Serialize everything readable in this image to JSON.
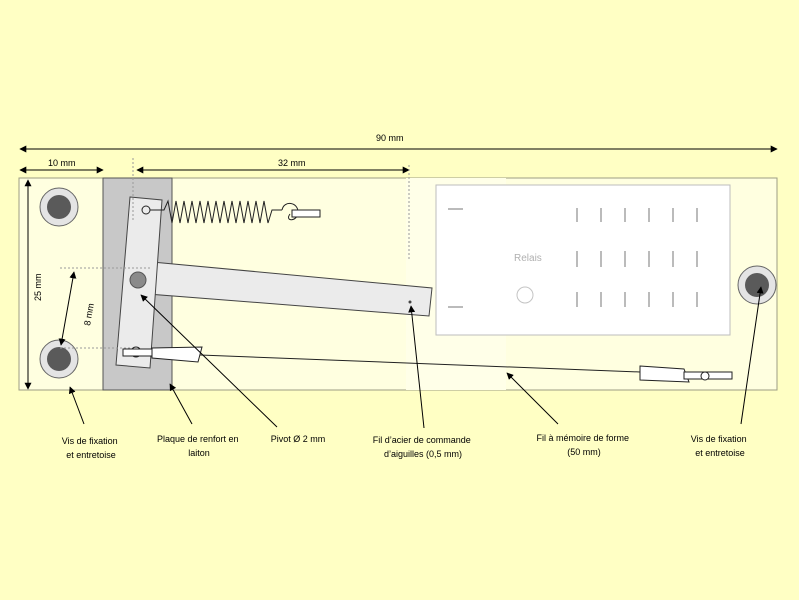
{
  "dimensions": {
    "total": "90 mm",
    "left_margin": "10 mm",
    "arm_span": "32 mm",
    "height": "25 mm",
    "screw_gap": "8 mm"
  },
  "relay_label": "Relais",
  "callouts": {
    "left_screw": [
      "Vis de fixation",
      "et entretoise"
    ],
    "brass_plate": [
      "Plaque de renfort en",
      "laiton"
    ],
    "pivot": [
      "Pivot Ø 2 mm"
    ],
    "steel_wire": [
      "Fil d’acier de commande",
      "d’aiguilles (0,5 mm)"
    ],
    "sma_wire": [
      "Fil à mémoire de forme",
      "(50 mm)"
    ],
    "right_screw": [
      "Vis de fixation",
      "et entretoise"
    ]
  },
  "colors": {
    "background": "#ffffc4",
    "board": "#ffffe0",
    "brass_plate": "#c8c8c8",
    "lever": "#ebebeb",
    "screw_head": "#5a5a5a",
    "relay_outline": "#bbbbbb"
  }
}
